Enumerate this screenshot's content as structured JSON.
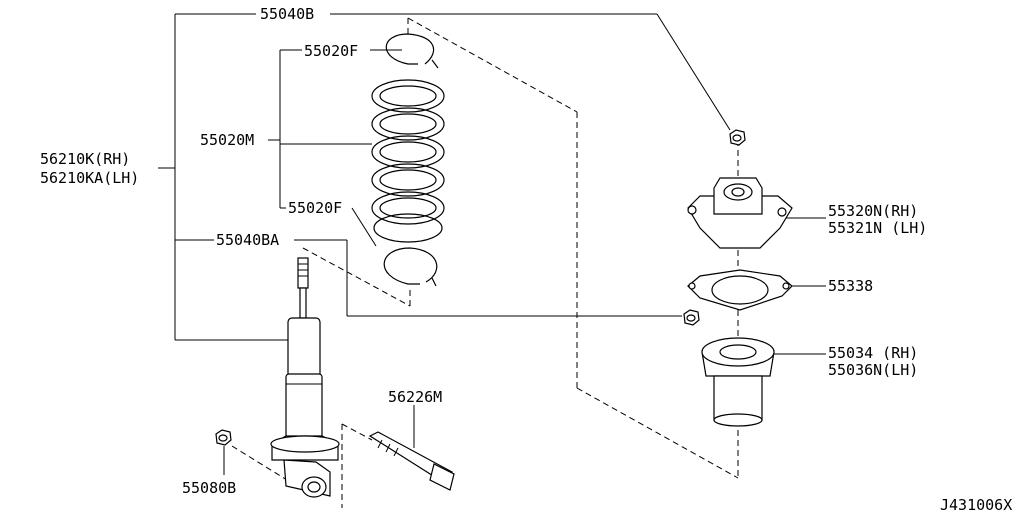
{
  "labels": {
    "l55040B": "55040B",
    "l55020F_top": "55020F",
    "l55020M": "55020M",
    "l55020F_bot": "55020F",
    "l56210K": "56210K(RH)",
    "l56210KA": "56210KA(LH)",
    "l55040BA": "55040BA",
    "l55320N": "55320N(RH)",
    "l55321N": "55321N (LH)",
    "l55338": "55338",
    "l55034": "55034 (RH)",
    "l55036N": "55036N(LH)",
    "l56226M": "56226M",
    "l55080B": "55080B",
    "figure_code": "J431006X"
  }
}
